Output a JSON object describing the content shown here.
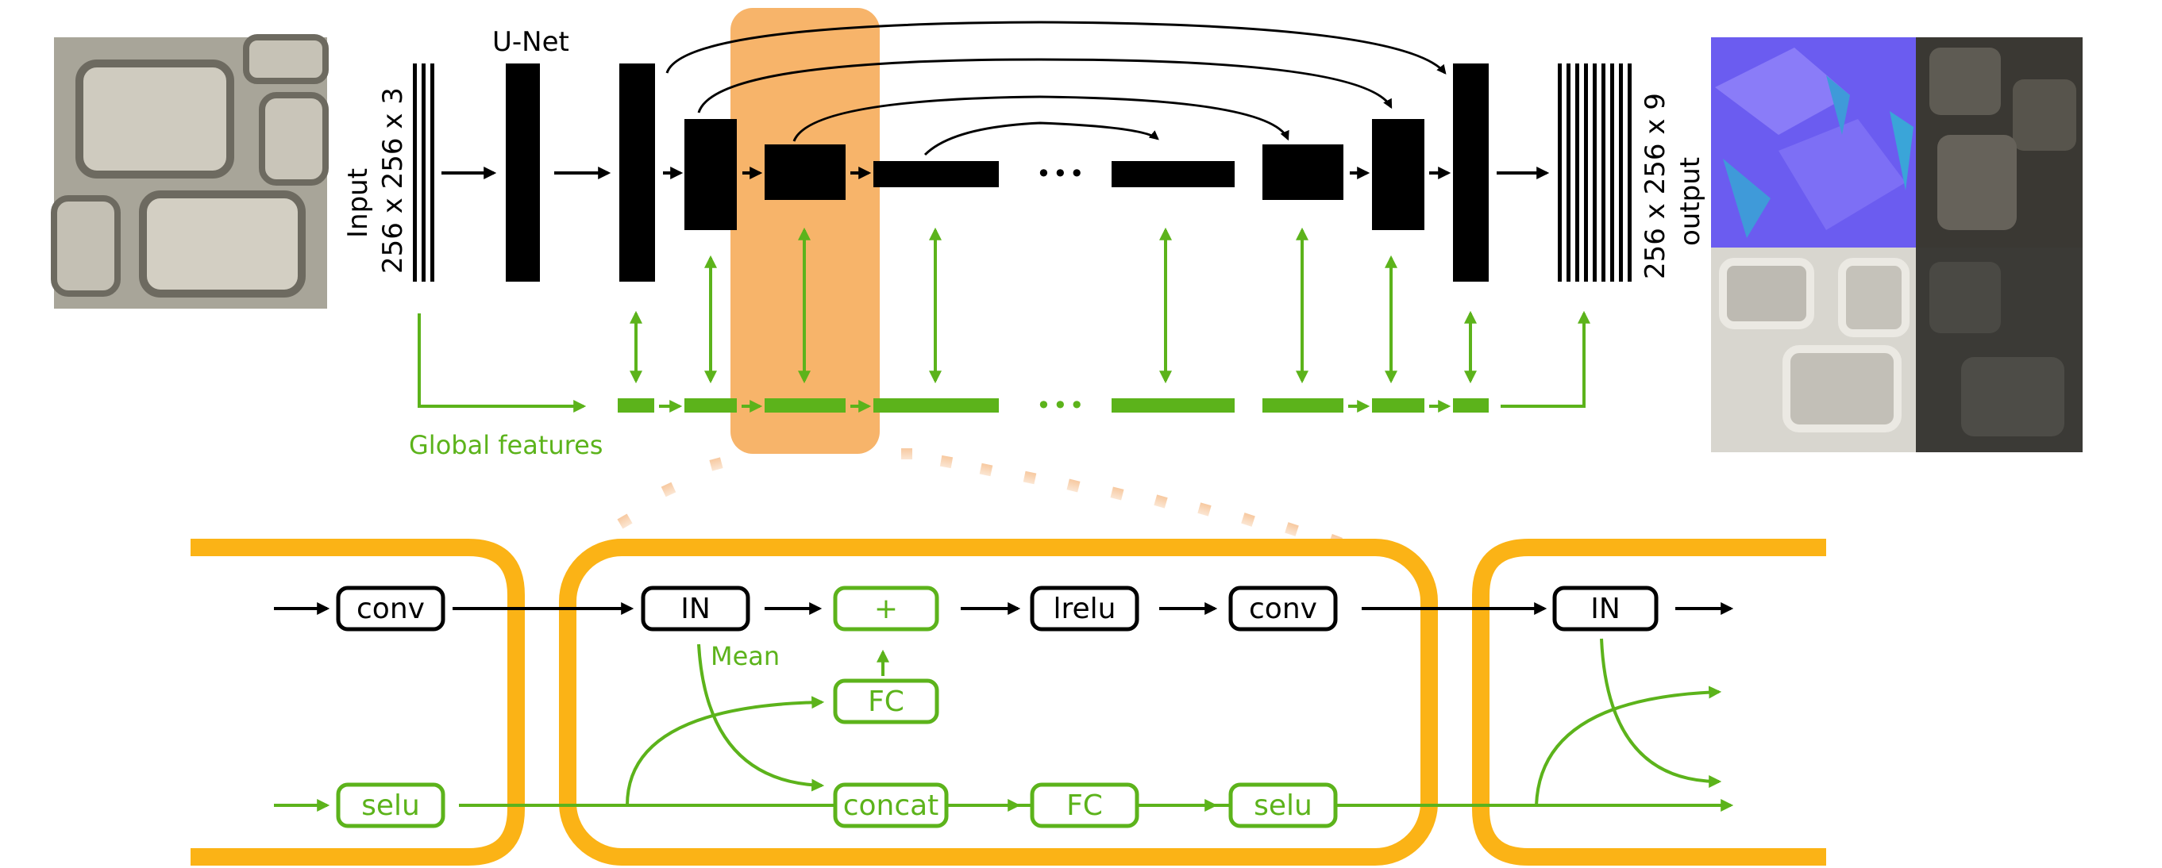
{
  "title": "U-Net",
  "input": {
    "label": "Input",
    "dims": "256 x 256 x 3"
  },
  "output": {
    "label": "output",
    "dims": "256 x 256 x 9"
  },
  "global_features_label": "Global features",
  "ellipsis": "•••",
  "block": {
    "conv_in": "conv",
    "in_1": "IN",
    "plus": "+",
    "lrelu": "lrelu",
    "conv_out": "conv",
    "in_2": "IN",
    "mean": "Mean",
    "fc_top": "FC",
    "selu_in": "selu",
    "concat": "concat",
    "fc_bottom": "FC",
    "selu_out": "selu"
  },
  "colors": {
    "green": "#5cb31b",
    "orange": "#fbb316",
    "highlight": "#f7b46a",
    "black": "#000000"
  }
}
